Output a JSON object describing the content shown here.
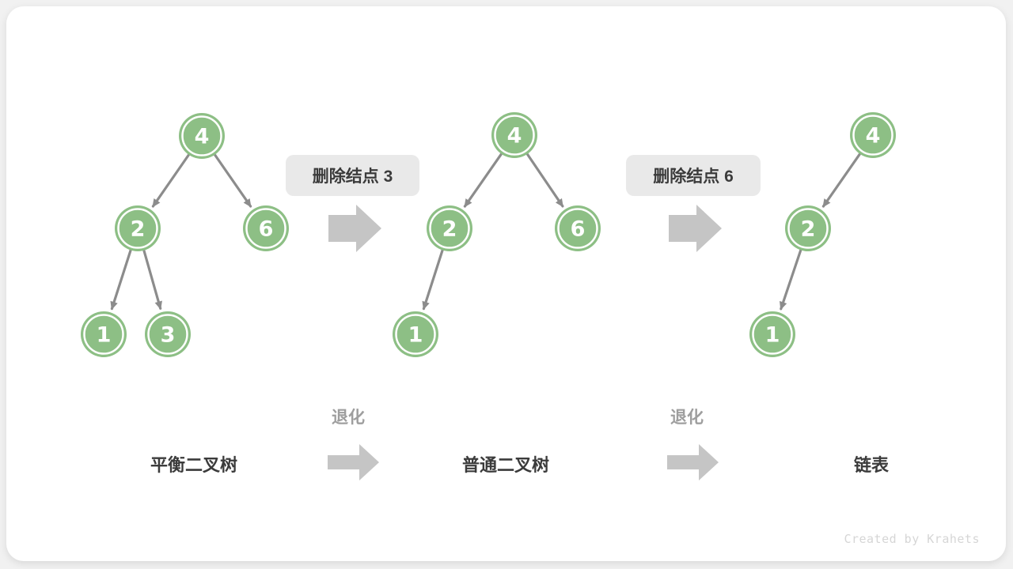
{
  "credit": "Created by Krahets",
  "colors": {
    "node_green": "#8DBF85",
    "node_inner_ring": "#FFFFFF",
    "edge_gray": "#8C8C8C",
    "block_arrow_gray": "#C5C5C5",
    "operation_box_bg": "#E9E9E9",
    "title_text": "#3B3B3B",
    "degrade_text": "#9E9E9E",
    "credit_text": "#D6D6D6",
    "card_bg": "#FFFFFF",
    "page_bg": "#F1F1F1"
  },
  "operations": [
    {
      "label": "删除结点 3"
    },
    {
      "label": "删除结点 6"
    }
  ],
  "degrade_label": "退化",
  "trees": [
    {
      "title": "平衡二叉树",
      "nodes": [
        {
          "value": "4"
        },
        {
          "value": "2"
        },
        {
          "value": "6"
        },
        {
          "value": "1"
        },
        {
          "value": "3"
        }
      ],
      "edges": [
        [
          "4",
          "2"
        ],
        [
          "4",
          "6"
        ],
        [
          "2",
          "1"
        ],
        [
          "2",
          "3"
        ]
      ]
    },
    {
      "title": "普通二叉树",
      "nodes": [
        {
          "value": "4"
        },
        {
          "value": "2"
        },
        {
          "value": "6"
        },
        {
          "value": "1"
        }
      ],
      "edges": [
        [
          "4",
          "2"
        ],
        [
          "4",
          "6"
        ],
        [
          "2",
          "1"
        ]
      ]
    },
    {
      "title": "链表",
      "nodes": [
        {
          "value": "4"
        },
        {
          "value": "2"
        },
        {
          "value": "1"
        }
      ],
      "edges": [
        [
          "4",
          "2"
        ],
        [
          "2",
          "1"
        ]
      ]
    }
  ]
}
